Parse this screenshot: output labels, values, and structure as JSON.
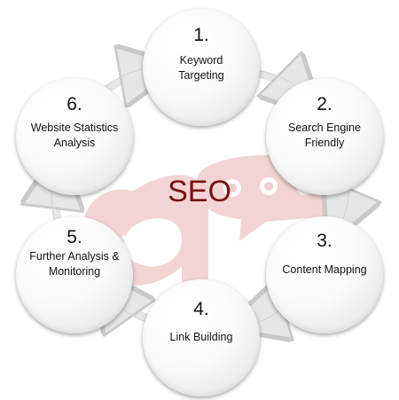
{
  "center_title": "SEO",
  "steps": [
    {
      "number": "1.",
      "label": "Keyword Targeting"
    },
    {
      "number": "2.",
      "label": "Search Engine Friendly"
    },
    {
      "number": "3.",
      "label": "Content Mapping"
    },
    {
      "number": "4.",
      "label": "Link Building"
    },
    {
      "number": "5.",
      "label": "Further Analysis & Monitoring"
    },
    {
      "number": "6.",
      "label": "Website Statistics Analysis"
    }
  ],
  "colors": {
    "watermark": "#f0c8c8",
    "title": "#7a1010",
    "arrow": "#e9e9e9"
  }
}
